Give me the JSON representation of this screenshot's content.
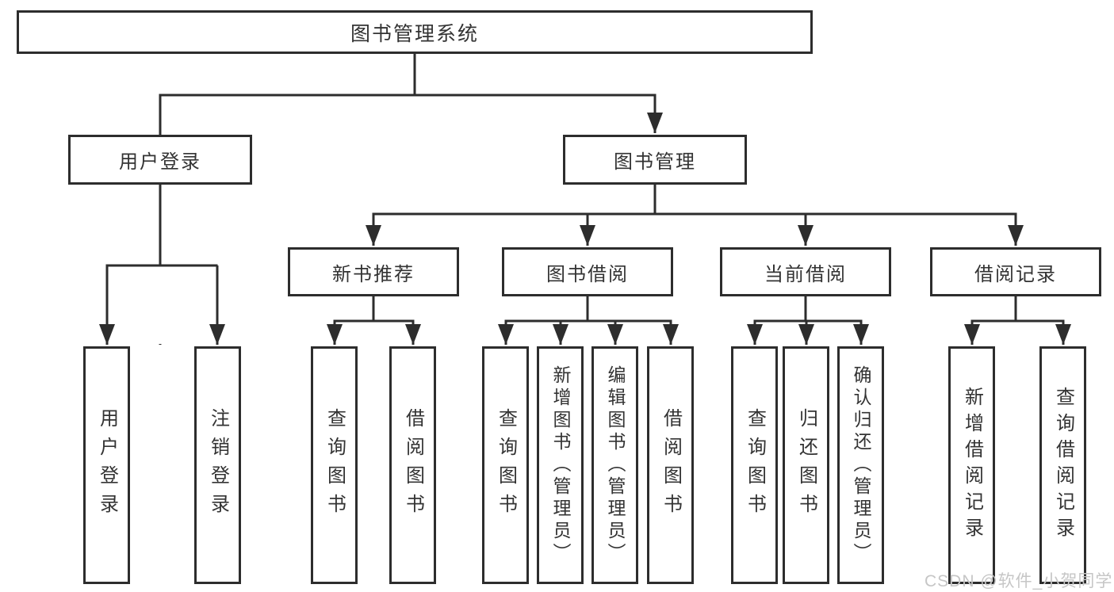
{
  "diagram": {
    "root": {
      "label": "图书管理系统"
    },
    "branches": [
      {
        "label": "用户登录",
        "children": [
          "用户登录",
          "注销登录"
        ]
      },
      {
        "label": "图书管理",
        "sections": [
          {
            "label": "新书推荐",
            "children": [
              "查询图书",
              "借阅图书"
            ]
          },
          {
            "label": "图书借阅",
            "children": [
              "查询图书",
              "新增图书（管理员）",
              "编辑图书（管理员）",
              "借阅图书"
            ]
          },
          {
            "label": "当前借阅",
            "children": [
              "查询图书",
              "归还图书",
              "确认归还（管理员）"
            ]
          },
          {
            "label": "借阅记录",
            "children": [
              "新增借阅记录",
              "查询借阅记录"
            ]
          }
        ]
      }
    ]
  },
  "watermark": "CSDN @软件_小贺同学",
  "colors": {
    "line": "#2d2d2d",
    "box_border": "#2d2d2d",
    "box_fill": "#ffffff",
    "text": "#333333",
    "watermark": "#c6c6c6",
    "background": "#ffffff"
  }
}
